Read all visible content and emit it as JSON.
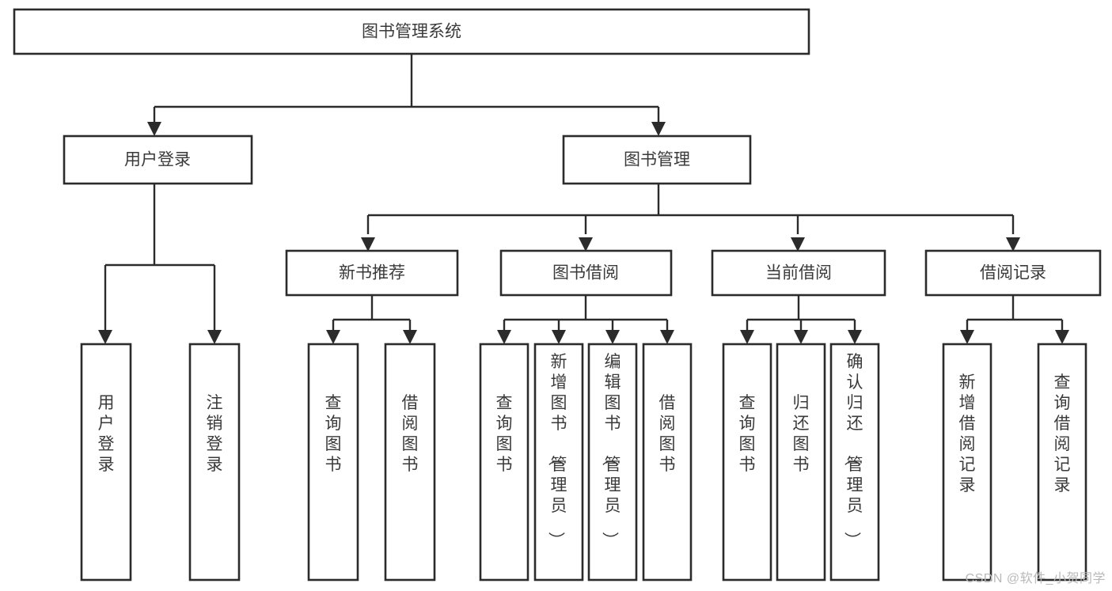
{
  "diagram": {
    "type": "tree-hierarchy-flowchart",
    "title": "图书管理系统",
    "watermark": "CSDN @软件_小贺同学",
    "colors": {
      "stroke": "#2b2b2b",
      "box_fill": "#ffffff",
      "text": "#3a3a3a",
      "background": "#ffffff",
      "watermark": "#b9b9b9"
    },
    "levels": {
      "root": {
        "label": "图书管理系统"
      },
      "level2": [
        {
          "label": "用户登录"
        },
        {
          "label": "图书管理"
        }
      ],
      "level3": [
        {
          "label": "新书推荐"
        },
        {
          "label": "图书借阅"
        },
        {
          "label": "当前借阅"
        },
        {
          "label": "借阅记录"
        }
      ],
      "leaves": [
        {
          "label": "用户登录",
          "parent": "用户登录"
        },
        {
          "label": "注销登录",
          "parent": "用户登录"
        },
        {
          "label": "查询图书",
          "parent": "新书推荐"
        },
        {
          "label": "借阅图书",
          "parent": "新书推荐"
        },
        {
          "label": "查询图书",
          "parent": "图书借阅"
        },
        {
          "label": "新增图书（管理员）",
          "parent": "图书借阅"
        },
        {
          "label": "编辑图书（管理员）",
          "parent": "图书借阅"
        },
        {
          "label": "借阅图书",
          "parent": "图书借阅"
        },
        {
          "label": "查询图书",
          "parent": "当前借阅"
        },
        {
          "label": "归还图书",
          "parent": "当前借阅"
        },
        {
          "label": "确认归还（管理员）",
          "parent": "当前借阅"
        },
        {
          "label": "新增借阅记录",
          "parent": "借阅记录"
        },
        {
          "label": "查询借阅记录",
          "parent": "借阅记录"
        }
      ]
    },
    "nodes": {
      "root": {
        "label": "图书管理系统"
      },
      "user_login": {
        "label": "用户登录"
      },
      "book_manage": {
        "label": "图书管理"
      },
      "new_book_rec": {
        "label": "新书推荐"
      },
      "book_borrow": {
        "label": "图书借阅"
      },
      "current_borrow": {
        "label": "当前借阅"
      },
      "borrow_record": {
        "label": "借阅记录"
      },
      "leaf_1": {
        "label": "用户登录"
      },
      "leaf_2": {
        "label": "注销登录"
      },
      "leaf_3": {
        "label": "查询图书"
      },
      "leaf_4": {
        "label": "借阅图书"
      },
      "leaf_5": {
        "label": "查询图书"
      },
      "leaf_6": {
        "label": "新增图书（管理员）"
      },
      "leaf_7": {
        "label": "编辑图书（管理员）"
      },
      "leaf_8": {
        "label": "借阅图书"
      },
      "leaf_9": {
        "label": "查询图书"
      },
      "leaf_10": {
        "label": "归还图书"
      },
      "leaf_11": {
        "label": "确认归还（管理员）"
      },
      "leaf_12": {
        "label": "新增借阅记录"
      },
      "leaf_13": {
        "label": "查询借阅记录"
      }
    }
  }
}
